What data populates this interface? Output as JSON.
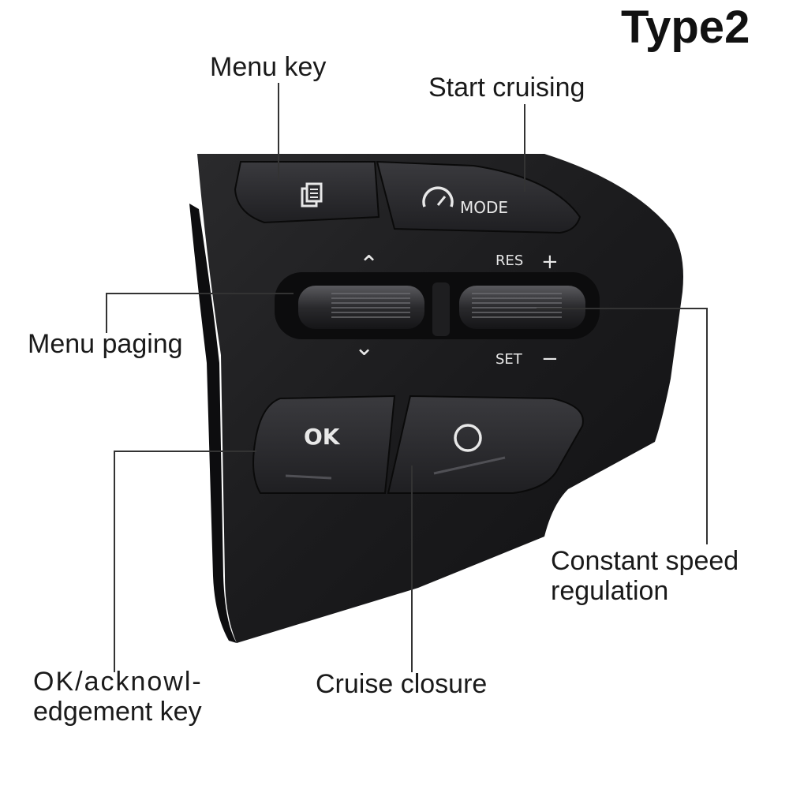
{
  "title": "Type2",
  "labels": {
    "menu_key": "Menu key",
    "start_cruising": "Start cruising",
    "menu_paging": "Menu paging",
    "constant_speed_line1": "Constant speed",
    "constant_speed_line2": "regulation",
    "ok_ack_line1": "OK/acknowl-",
    "ok_ack_line2": "edgement key",
    "cruise_closure": "Cruise closure"
  },
  "buttons": {
    "mode": "MODE",
    "res": "RES",
    "set": "SET",
    "plus": "+",
    "minus": "−",
    "up": "⌃",
    "down": "⌄",
    "ok": "OK"
  },
  "colors": {
    "body": "#1b1b1d",
    "button": "#2a2a2d",
    "text": "#1a1a1a"
  }
}
